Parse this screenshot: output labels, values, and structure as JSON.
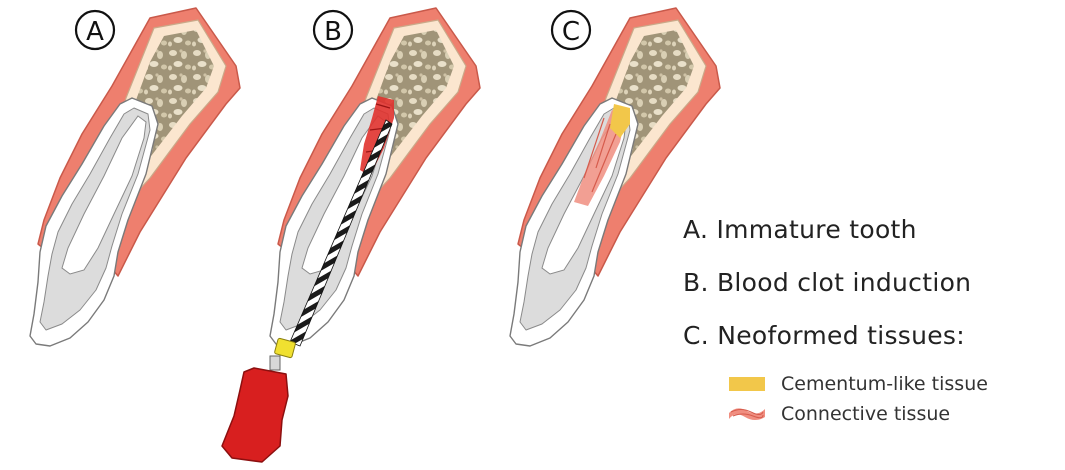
{
  "panels": [
    {
      "id": "A",
      "label": "A"
    },
    {
      "id": "B",
      "label": "B"
    },
    {
      "id": "C",
      "label": "C"
    }
  ],
  "legend": {
    "items": [
      "A. Immature tooth",
      "B. Blood clot induction",
      "C. Neoformed tissues:"
    ],
    "subitems": [
      "Cementum-like tissue",
      "Connective tissue"
    ]
  },
  "colors": {
    "gingiva": "#ee7f6e",
    "gingiva_stroke": "#c9594a",
    "cortical_bone": "#fbe6cf",
    "cancellous_bone": "#a09478",
    "tooth": "#dcdcdc",
    "enamel_outline": "#ffffff",
    "blood_clot": "#e0322e",
    "file_handle": "#d81f1f",
    "file_stopper": "#f0e030",
    "cementum": "#f2c74a",
    "connective": "#f08e80"
  }
}
